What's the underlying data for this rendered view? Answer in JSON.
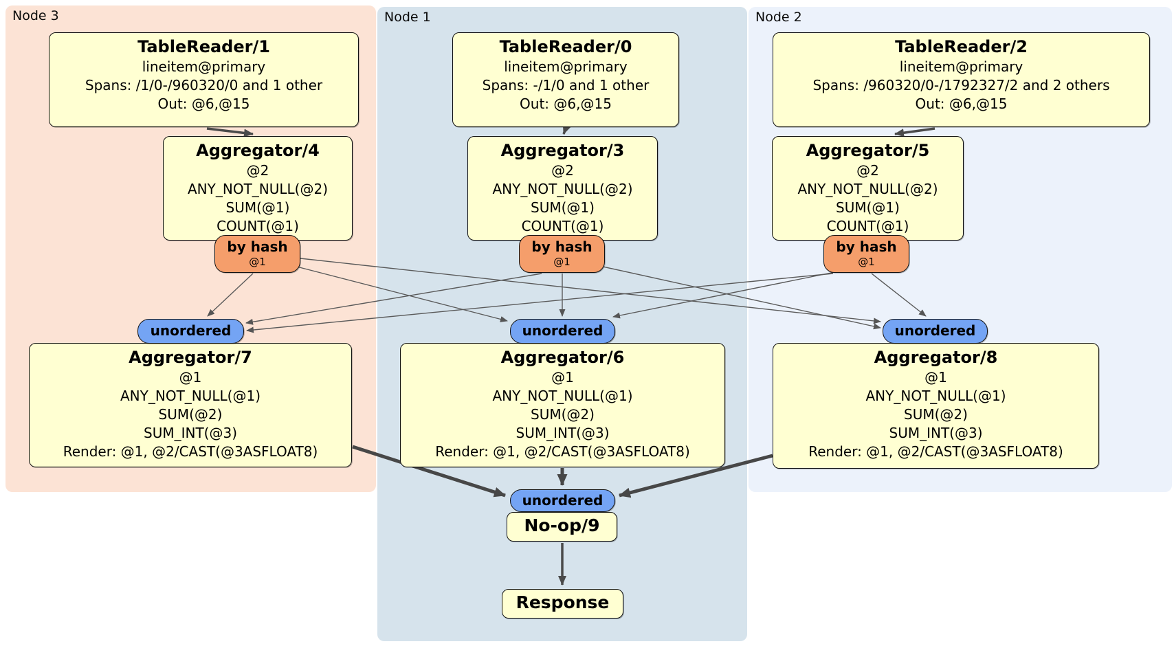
{
  "regions": {
    "node3": {
      "label": "Node 3"
    },
    "node1": {
      "label": "Node 1"
    },
    "node2": {
      "label": "Node 2"
    }
  },
  "processors": {
    "tableReader1": {
      "title": "TableReader/1",
      "lines": [
        "lineitem@primary",
        "Spans: /1/0-/960320/0 and 1 other",
        "Out: @6,@15"
      ]
    },
    "tableReader0": {
      "title": "TableReader/0",
      "lines": [
        "lineitem@primary",
        "Spans: -/1/0 and 1 other",
        "Out: @6,@15"
      ]
    },
    "tableReader2": {
      "title": "TableReader/2",
      "lines": [
        "lineitem@primary",
        "Spans: /960320/0-/1792327/2 and 2 others",
        "Out: @6,@15"
      ]
    },
    "aggregator4": {
      "title": "Aggregator/4",
      "lines": [
        "@2",
        "ANY_NOT_NULL(@2)",
        "SUM(@1)",
        "COUNT(@1)"
      ]
    },
    "aggregator3": {
      "title": "Aggregator/3",
      "lines": [
        "@2",
        "ANY_NOT_NULL(@2)",
        "SUM(@1)",
        "COUNT(@1)"
      ]
    },
    "aggregator5": {
      "title": "Aggregator/5",
      "lines": [
        "@2",
        "ANY_NOT_NULL(@2)",
        "SUM(@1)",
        "COUNT(@1)"
      ]
    },
    "aggregator7": {
      "title": "Aggregator/7",
      "lines": [
        "@1",
        "ANY_NOT_NULL(@1)",
        "SUM(@2)",
        "SUM_INT(@3)",
        "Render: @1, @2/CAST(@3ASFLOAT8)"
      ]
    },
    "aggregator6": {
      "title": "Aggregator/6",
      "lines": [
        "@1",
        "ANY_NOT_NULL(@1)",
        "SUM(@2)",
        "SUM_INT(@3)",
        "Render: @1, @2/CAST(@3ASFLOAT8)"
      ]
    },
    "aggregator8": {
      "title": "Aggregator/8",
      "lines": [
        "@1",
        "ANY_NOT_NULL(@1)",
        "SUM(@2)",
        "SUM_INT(@3)",
        "Render: @1, @2/CAST(@3ASFLOAT8)"
      ]
    },
    "noop9": {
      "title": "No-op/9"
    },
    "response": {
      "title": "Response"
    }
  },
  "routers": {
    "byHash4": {
      "label": "by hash",
      "detail": "@1"
    },
    "byHash3": {
      "label": "by hash",
      "detail": "@1"
    },
    "byHash5": {
      "label": "by hash",
      "detail": "@1"
    }
  },
  "synchronizers": {
    "unordered7": {
      "label": "unordered"
    },
    "unordered6": {
      "label": "unordered"
    },
    "unordered8": {
      "label": "unordered"
    },
    "unorderedFinal": {
      "label": "unordered"
    }
  },
  "colors": {
    "node3_bg": "#fce3d5",
    "node1_bg": "#d6e3ec",
    "node2_bg": "#ecf2fb",
    "processor_box_bg": "#ffffd2",
    "router_bg": "#f59e6b",
    "synchronizer_bg": "#74a4f4",
    "edge": "#4a4a4a"
  }
}
